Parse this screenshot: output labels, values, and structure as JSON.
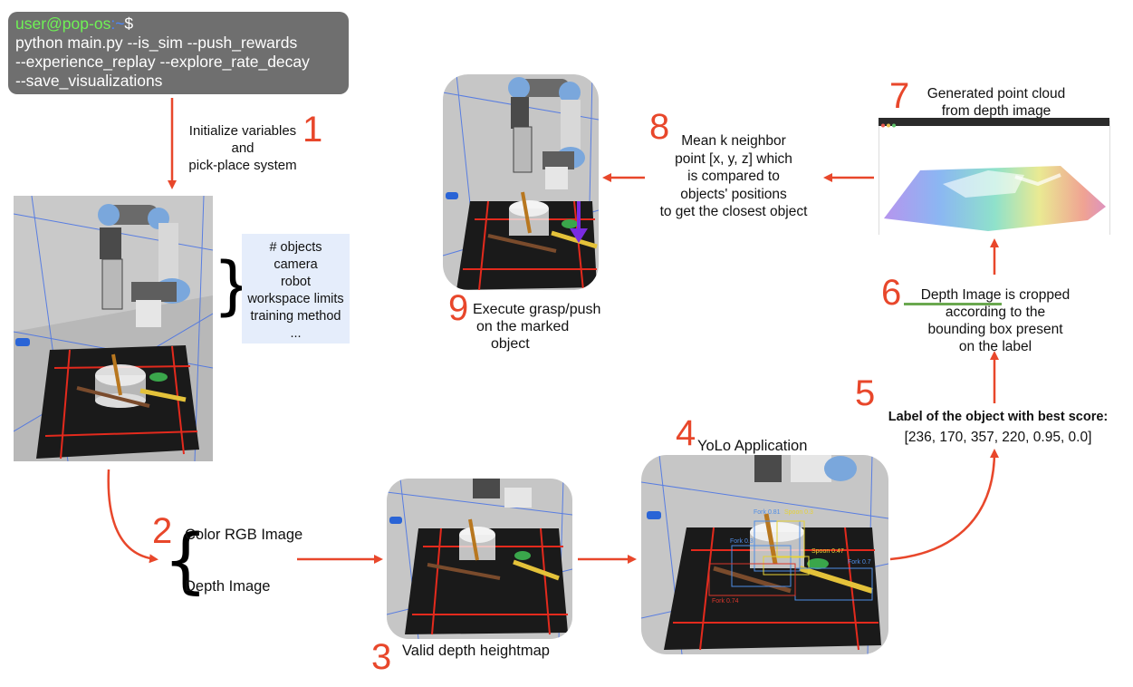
{
  "terminal": {
    "user": "user@pop-os",
    "tilde": ":~",
    "prompt": "$",
    "lines": [
      "python main.py --is_sim --push_rewards",
      "--experience_replay --explore_rate_decay",
      "--save_visualizations"
    ]
  },
  "steps": [
    {
      "number": "1",
      "lines": [
        "Initialize variables",
        "and",
        "pick-place system"
      ]
    },
    {
      "number": "2",
      "lines": [
        "Color RGB Image",
        "Depth Image"
      ]
    },
    {
      "number": "3",
      "lines": [
        "Valid depth heightmap"
      ]
    },
    {
      "number": "4",
      "lines": [
        "YoLo Application"
      ]
    },
    {
      "number": "5",
      "lines": [
        "Label of the object with best score:",
        "[236, 170, 357, 220, 0.95, 0.0]"
      ]
    },
    {
      "number": "6",
      "lines": [
        "Depth Image is cropped",
        "according to the",
        "bounding box present",
        "on the label"
      ]
    },
    {
      "number": "7",
      "lines": [
        "Generated point cloud",
        "from depth image"
      ]
    },
    {
      "number": "8",
      "lines": [
        "Mean k neighbor",
        "point [x, y, z] which",
        "is compared to",
        "objects' positions",
        "to get the closest object"
      ]
    },
    {
      "number": "9",
      "lines": [
        "Execute grasp/push",
        "on the marked",
        "object"
      ]
    }
  ],
  "config_items": [
    "# objects",
    "camera",
    "robot",
    "workspace limits",
    "training method",
    "..."
  ],
  "detections": [
    "Fork 0.81",
    "Spoon 0.3",
    "Fork 0.3",
    "Spoon 0.47",
    "Fork 0.7",
    "Fork 0.74"
  ],
  "colors": {
    "arrow": "#e8472b",
    "number": "#e8472b",
    "terminal_bg": "#6f6f6f",
    "terminal_user": "#6ef255",
    "config_bg": "#e5edfb",
    "underline": "#6aa84f",
    "marker": "#7a2be2"
  }
}
